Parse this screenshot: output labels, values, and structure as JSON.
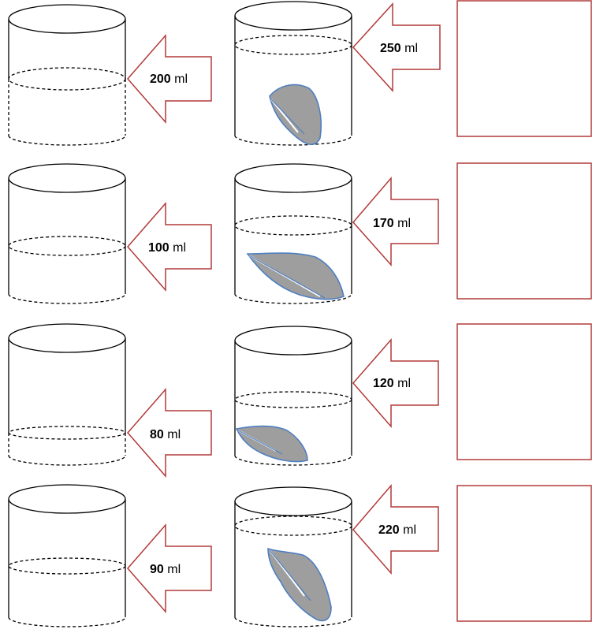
{
  "unit": "ml",
  "rows": [
    {
      "before": "200",
      "after": "250",
      "answer": ""
    },
    {
      "before": "100",
      "after": "170",
      "answer": ""
    },
    {
      "before": "80",
      "after": "120",
      "answer": ""
    },
    {
      "before": "90",
      "after": "220",
      "answer": ""
    }
  ],
  "colors": {
    "arrow_stroke": "#b23a3a",
    "leaf_fill": "#9e9e9e",
    "leaf_stroke": "#4f7fc0"
  }
}
